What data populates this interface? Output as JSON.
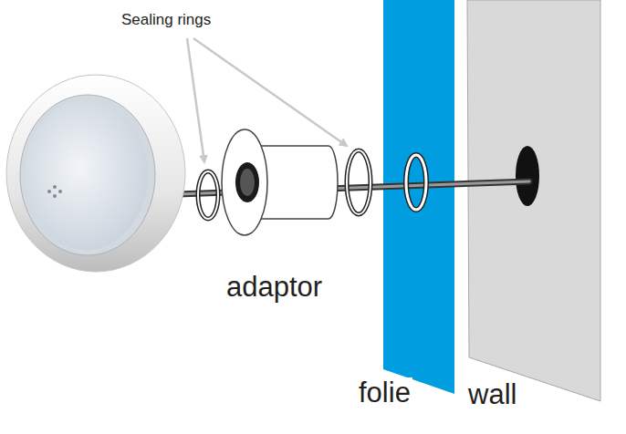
{
  "diagram": {
    "labels": [
      "Sealing rings",
      "adaptor",
      "folie",
      "wall"
    ]
  }
}
